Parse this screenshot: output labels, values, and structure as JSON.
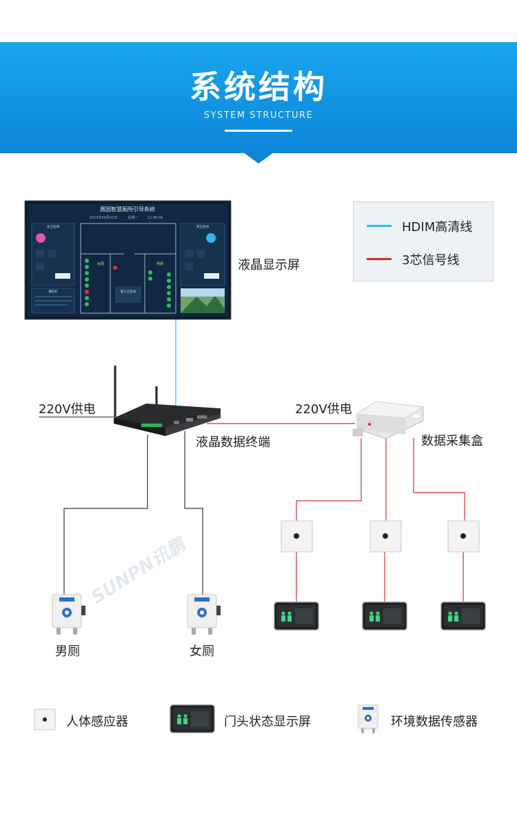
{
  "header": {
    "title": "系统结构",
    "subtitle": "SYSTEM STRUCTURE",
    "colors": {
      "banner": "#0c86d8",
      "banner_light": "#1aa6ee"
    }
  },
  "legend": {
    "items": [
      {
        "label": "HDIM高清线",
        "color": "#29bff0"
      },
      {
        "label": "3芯信号线",
        "color": "#d42b2b"
      }
    ]
  },
  "display_screen": {
    "label": "液晶显示屏",
    "screen_title": "周园智慧厕所引导系统",
    "screen_date": "2019年09月01日",
    "screen_weekday": "星期一",
    "screen_time": "12:48:56",
    "left_panel_title": "女卫生间",
    "right_panel_title": "男卫生间",
    "notice_title": "通告栏",
    "bottom_room": "第三卫生间",
    "women_label": "女厕",
    "men_label": "男厕"
  },
  "terminal": {
    "label": "液晶数据终端",
    "power_label": "220V供电"
  },
  "collector": {
    "label": "数据采集盒",
    "power_label": "220V供电"
  },
  "sensors": {
    "left_label": "男厕",
    "right_label": "女厕"
  },
  "watermark": "SUNPN讯鹏",
  "bottom_legend": {
    "items": [
      {
        "label": "人体感应器",
        "icon": "motion-sensor-icon"
      },
      {
        "label": "门头状态显示屏",
        "icon": "door-display-icon"
      },
      {
        "label": "环境数据传感器",
        "icon": "env-sensor-icon"
      }
    ]
  }
}
